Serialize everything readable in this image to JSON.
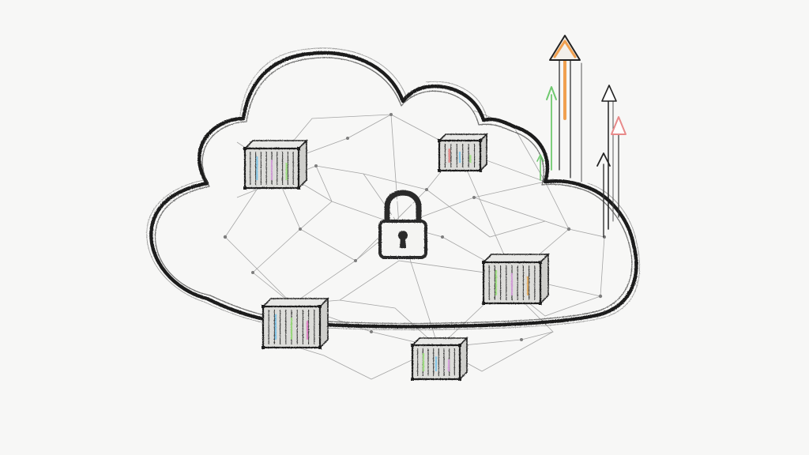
{
  "diagram": {
    "cloud": {
      "outline_color": "#1f1f1f"
    },
    "lock": {
      "icon": "padlock-icon",
      "color": "#2a2a2a"
    },
    "containers": [
      {
        "id": "c1",
        "accents": [
          "#7cc4e8",
          "#d9a0e0",
          "#9be07c"
        ]
      },
      {
        "id": "c2",
        "accents": [
          "#e07c7c",
          "#7cc4e8",
          "#9be07c"
        ]
      },
      {
        "id": "c3",
        "accents": [
          "#9be07c",
          "#d9a0e0",
          "#e0a65a"
        ]
      },
      {
        "id": "c4",
        "accents": [
          "#7cc4e8",
          "#9be07c",
          "#e07cc4"
        ]
      },
      {
        "id": "c5",
        "accents": [
          "#9be07c",
          "#7cc4e8",
          "#d9a0e0"
        ]
      }
    ],
    "arrows": [
      {
        "id": "a1",
        "color": "#f0a050"
      },
      {
        "id": "a2",
        "color": "#6fc96f"
      },
      {
        "id": "a3",
        "color": "#222222"
      },
      {
        "id": "a4",
        "color": "#e88a8a"
      },
      {
        "id": "a5",
        "color": "#333333"
      },
      {
        "id": "a6",
        "color": "#6fc96f"
      }
    ],
    "network_color": "#8a8a8a"
  }
}
